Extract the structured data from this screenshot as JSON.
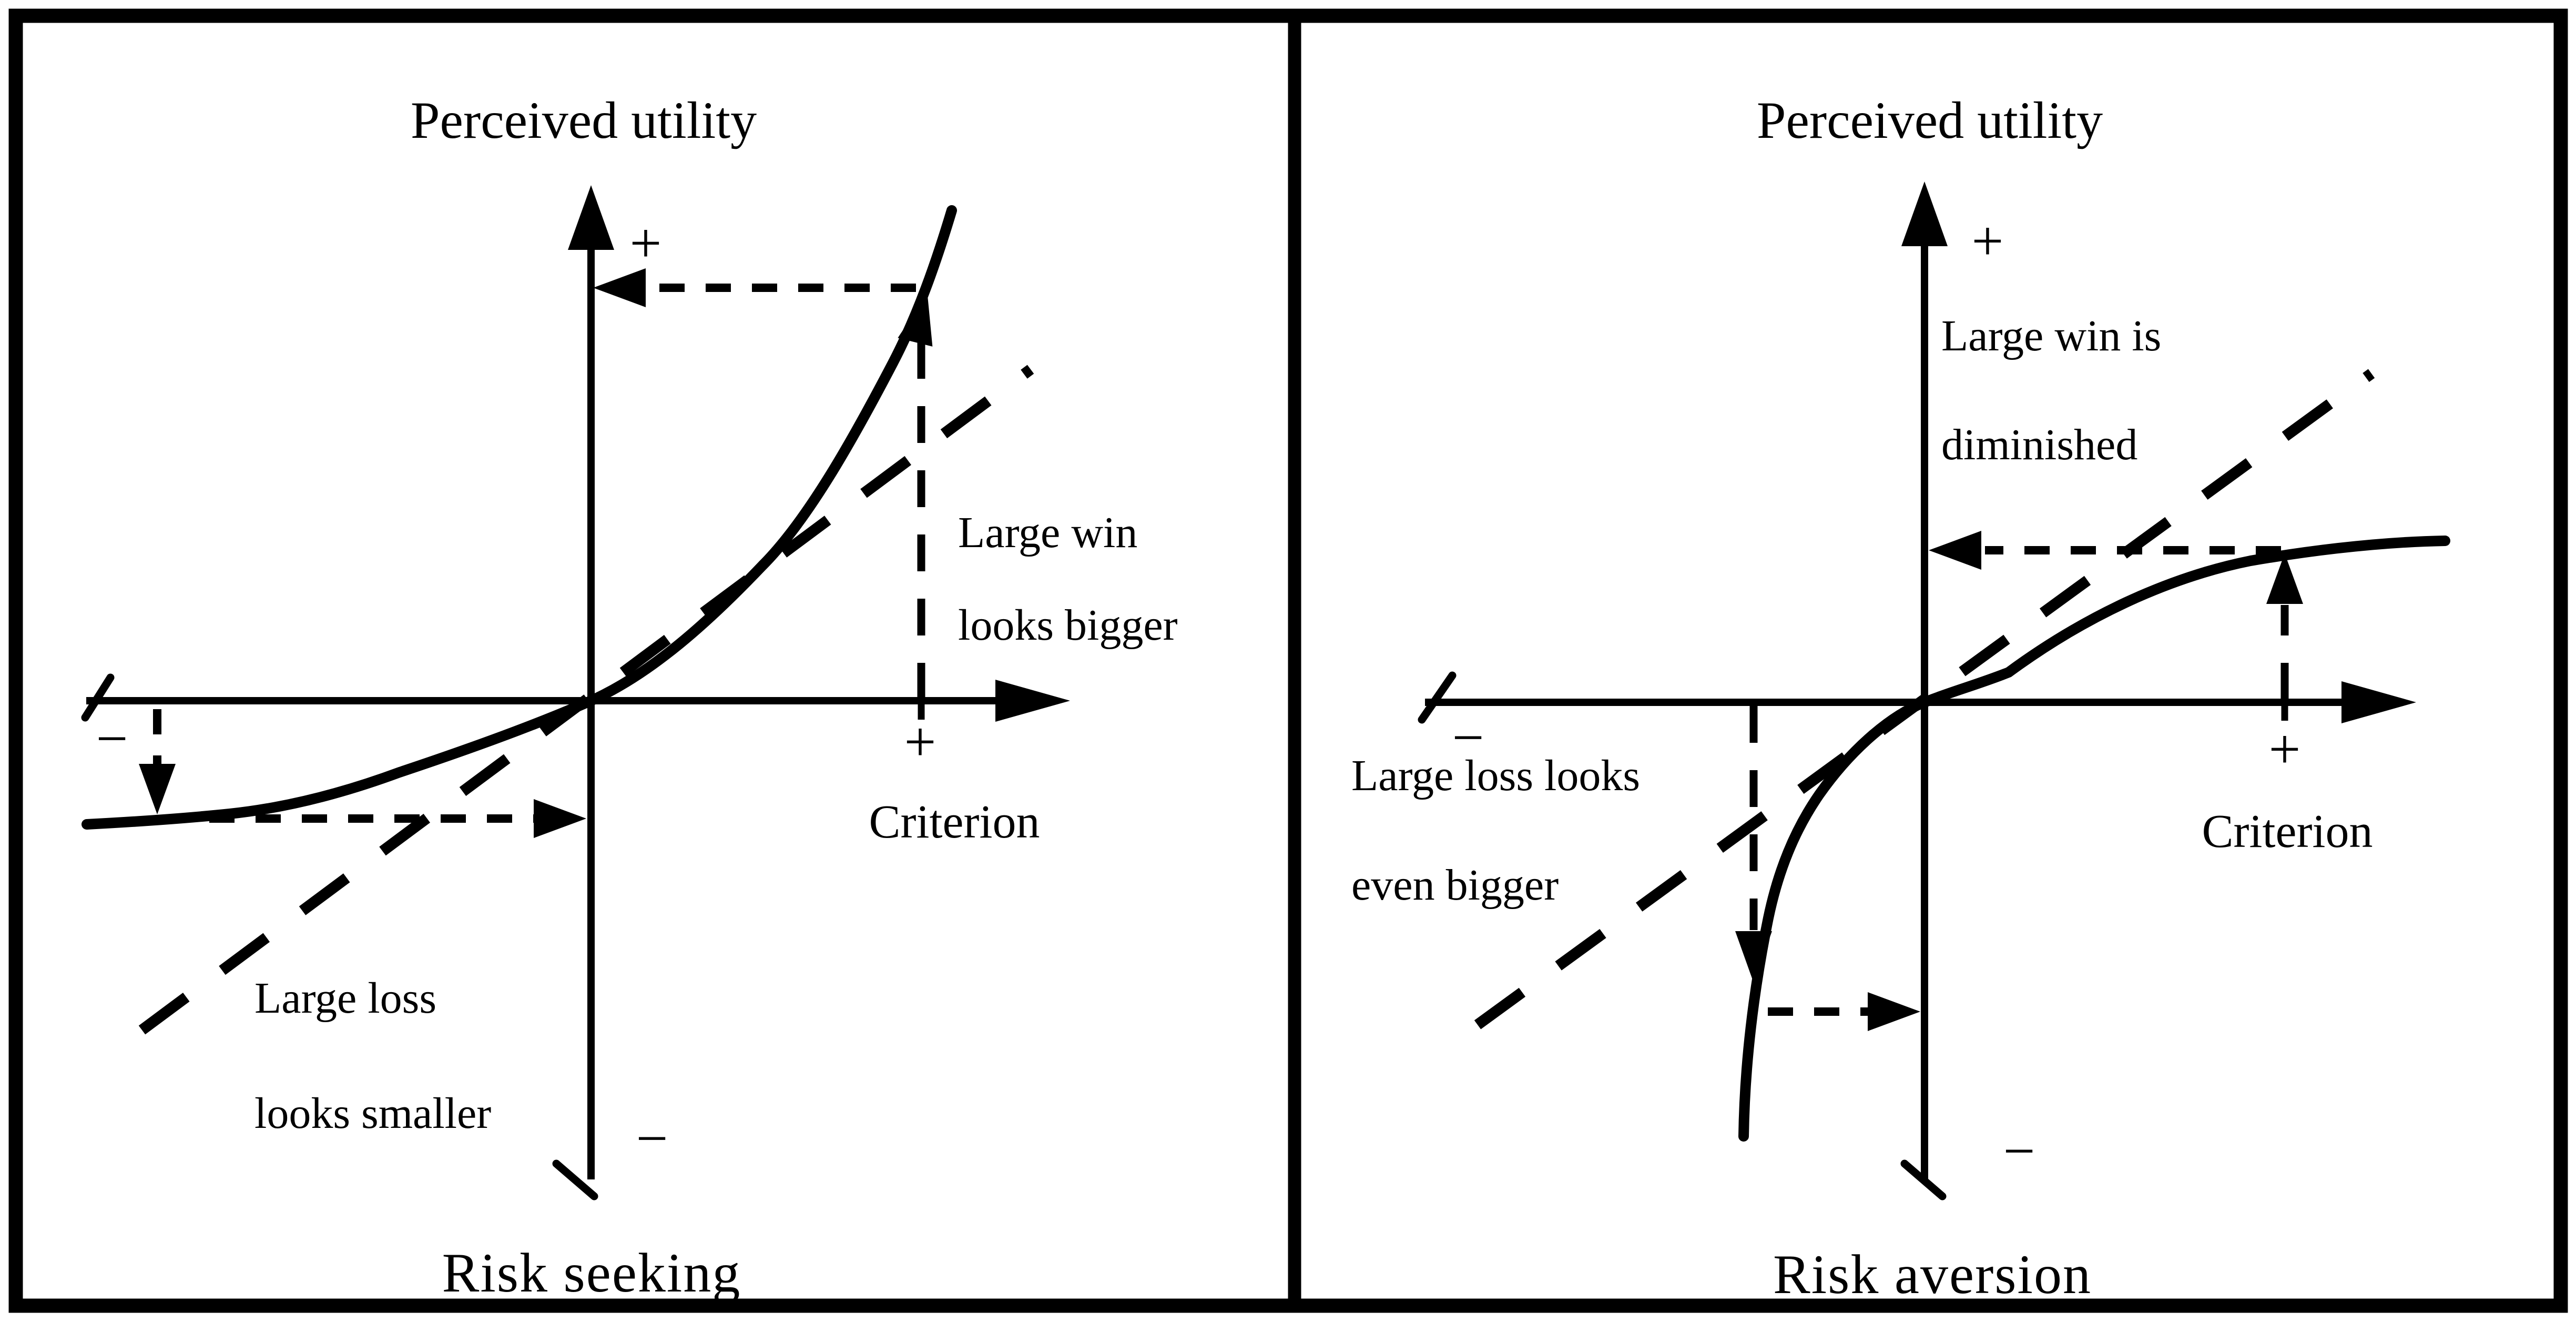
{
  "figure": {
    "colors": {
      "ink": "#000000",
      "background": "#ffffff"
    },
    "panels": [
      {
        "id": "risk-seeking",
        "title": "Perceived utility",
        "y_axis_plus": "+",
        "y_axis_minus": "−",
        "x_axis_minus": "−",
        "x_axis_plus": "+",
        "x_axis_label": "Criterion",
        "win_annotation_line1": "Large win",
        "win_annotation_line2": "looks bigger",
        "loss_annotation_line1": "Large loss",
        "loss_annotation_line2": "looks smaller",
        "caption": "Risk seeking"
      },
      {
        "id": "risk-aversion",
        "title": "Perceived utility",
        "y_axis_plus": "+",
        "y_axis_minus": "−",
        "x_axis_minus": "−",
        "x_axis_plus": "+",
        "x_axis_label": "Criterion",
        "win_annotation_line1": "Large win is",
        "win_annotation_line2": "diminished",
        "loss_annotation_line1": "Large loss looks",
        "loss_annotation_line2": "even bigger",
        "caption": "Risk aversion"
      }
    ]
  }
}
